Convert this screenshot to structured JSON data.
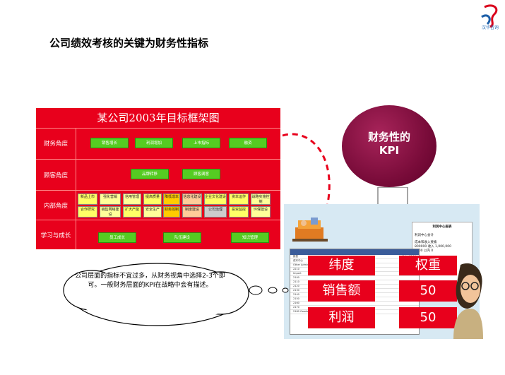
{
  "page": {
    "title": "公司绩效考核的关键为财务性指标"
  },
  "logo": {
    "text": "汉华咨询"
  },
  "framework": {
    "title": "某公司2003年目标框架图",
    "rows": [
      {
        "label": "财务角度",
        "items": [
          "销售增长",
          "利润增加",
          "上市指标",
          "融资"
        ]
      },
      {
        "label": "顾客角度",
        "items": [
          "品牌转移",
          "顾客满意"
        ]
      },
      {
        "label": "内部角度",
        "top": [
          "新品上市",
          "强化营销",
          "信用管理",
          "提高质量",
          "降低成本",
          "信息化建设",
          "企业文化建设",
          "资本运作",
          "战略实施控制"
        ],
        "bottom": [
          "合作研究",
          "销售网络建设",
          "扩大产能",
          "安全生产",
          "财务控制",
          "制度建设",
          "公司治理",
          "投资监控",
          "环保建设"
        ]
      },
      {
        "label": "学习与成长",
        "items": [
          "员工成长",
          "队伍建设",
          "知识管理"
        ]
      }
    ]
  },
  "kpi_bubble": {
    "line1": "财务性的",
    "line2": "KPI"
  },
  "kpi_table": {
    "col1_header": "纬度",
    "col2_header": "权重",
    "rows": [
      {
        "name": "销售额",
        "weight": "50"
      },
      {
        "name": "利润",
        "weight": "50"
      }
    ]
  },
  "illustration": {
    "report_title": "利润中心报表",
    "report_lines": [
      "利润中心会计",
      "成本和收入要素",
      "800000 收入    1,000,000",
      "8000 以内         0"
    ],
    "table_title_left": "报表",
    "table_date": "Date 07.04",
    "table_lines": [
      "成本中心",
      "Other Administrative Costs   6,477,000.00   1,230,900.00",
      "2210",
      "Import",
      "2100",
      "2110",
      "2120",
      "2130",
      "2140",
      "2150",
      "2160",
      "2170",
      "2180   Goods Receipt   6,477,579.96   630,575.56"
    ]
  },
  "callout": {
    "text": "公司层面的指标不宜过多，从财务视角中选择2-3个即可。一般财务层面的KPI在战略中会有描述。"
  }
}
